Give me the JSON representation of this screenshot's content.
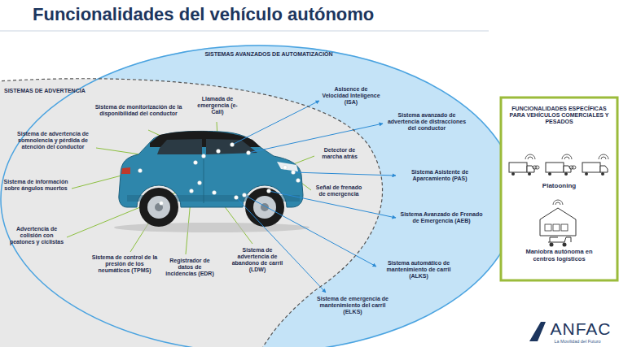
{
  "diagram": {
    "title": "Funcionalidades del vehículo autónomo",
    "nodes": [
      {
        "text": [
          "SISTEMAS AVANZADOS DE AUTOMATIZACIÓN"
        ]
      },
      {
        "text": [
          "SISTEMAS DE ADVERTENCIA"
        ],
        "in": 0
      },
      {
        "text": [
          "FUNCIONALIDADES ESPECÍFICAS PARA VEHÍCULOS COMERCIALES Y PESADOS",
          "Platooning",
          "Maniobra autónoma en centros logísticos"
        ]
      }
    ],
    "labels": [
      "Sistema de monitorización de la disponibilidad del conductor",
      "Llamada de emergencia (e-Call)",
      "Sistema de advertencia de somnolencia y pérdida de atención del conductor",
      "Sistema de información sobre ángulos muertos",
      "Advertencia de colisión con peatones y ciclistas",
      "Sistema de control de la presión de los neumáticos (TPMS)",
      "Registrador de datos de incidencias (EDR)",
      "Sistema de advertencia de abandono de carril (LDW)",
      "Detector de marcha atrás",
      "Señal de frenado de emergencia",
      "Asisence de Velocidad Inteligence (ISA)",
      "Sistema avanzado de advertencia de distracciones del conductor",
      "Sistema Asistente de Aparcamiento (PAS)",
      "Sistema Avanzado de Frenado de Emergencia (AEB)",
      "Sistema automático de mantenimiento de carril (ALKS)",
      "Sistema de emergencia de mantenimiento del carril (ELKS)",
      "ANFAC",
      "La Movilidad del Futuro"
    ]
  }
}
